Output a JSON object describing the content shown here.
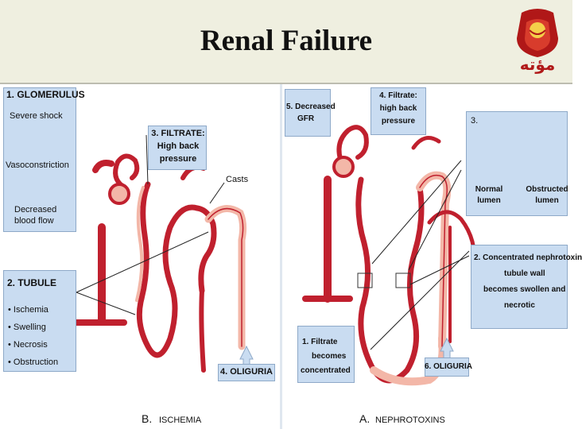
{
  "slide": {
    "title": "Renal Failure",
    "logo_text": "مؤته"
  },
  "panel_b": {
    "glomerulus_heading": "1. GLOMERULUS",
    "glomerulus_steps": [
      "Severe shock",
      "Vasoconstriction",
      "Decreased",
      "blood flow"
    ],
    "filtrate_label": [
      "3. FILTRATE:",
      "High back",
      "pressure"
    ],
    "casts_label": "Casts",
    "tubule_heading": "2. TUBULE",
    "tubule_items": [
      "• Ischemia",
      "• Swelling",
      "• Necrosis",
      "• Obstruction"
    ],
    "oliguria_label": "4. OLIGURIA",
    "caption_letter": "B.",
    "caption_text": "ISCHEMIA"
  },
  "panel_a": {
    "decreased_gfr": [
      "5. Decreased",
      "GFR"
    ],
    "filtrate_label": [
      "4. Filtrate:",
      "high back",
      "pressure"
    ],
    "lumen_heading": "3.",
    "normal_lumen": [
      "Normal",
      "lumen"
    ],
    "obstructed_lumen": [
      "Obstructed",
      "lumen"
    ],
    "nephrotoxin_label": [
      "2. Concentrated nephrotoxin",
      "tubule wall",
      "becomes swollen and",
      "necrotic"
    ],
    "filtrate_concentrated": [
      "1. Filtrate",
      "becomes",
      "concentrated"
    ],
    "oliguria_label": "6. OLIGURIA",
    "caption_letter": "A.",
    "caption_text": "NEPHROTOXINS"
  },
  "colors": {
    "header_bg": "#efefe0",
    "box_fill": "#c9dcf1",
    "tubule_red": "#c0202e",
    "tubule_pink": "#f3b7a8",
    "logo_red": "#b01818"
  }
}
